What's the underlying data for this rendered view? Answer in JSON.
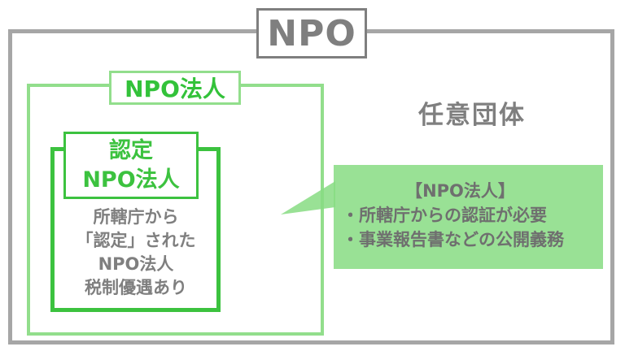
{
  "diagram": {
    "outer": {
      "label": "NPO",
      "border_color": "#a6a6a6",
      "label_color": "#7f7f7f"
    },
    "voluntary_group": {
      "label": "任意団体"
    },
    "npo_corporation": {
      "label": "NPO法人",
      "border_color": "#92de8c",
      "text_color": "#33c23a"
    },
    "certified_npo": {
      "label_line1": "認定",
      "label_line2": "NPO法人",
      "border_color": "#3cc23f",
      "description": [
        "所轄庁から",
        "「認定」された",
        "NPO法人",
        "税制優遇あり"
      ]
    },
    "callout": {
      "title": "【NPO法人】",
      "items": [
        "・所轄庁からの認証が必要",
        "・事業報告書などの公開義務"
      ],
      "background": "#87dc82"
    }
  }
}
